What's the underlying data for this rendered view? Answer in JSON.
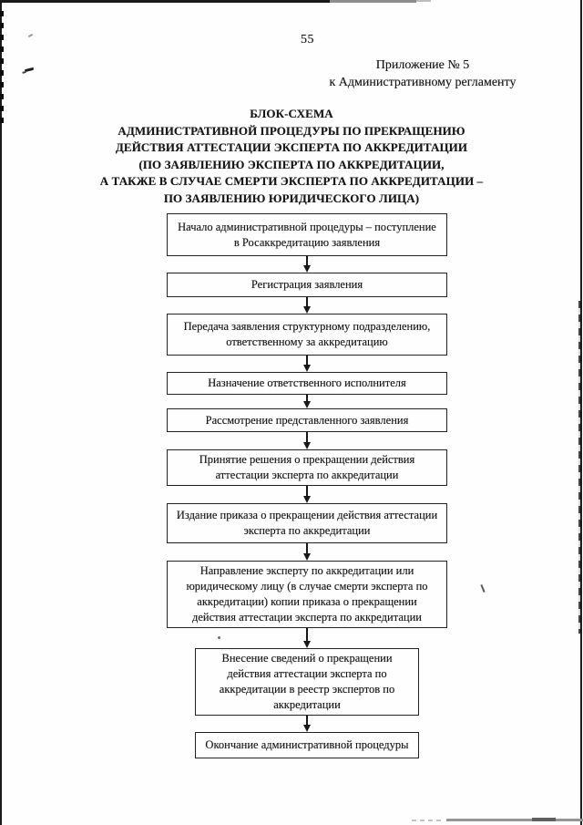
{
  "page": {
    "number": "55"
  },
  "header": {
    "appendix_label": "Приложение № 5",
    "appendix_target": "к Административному регламенту"
  },
  "title": {
    "lines": [
      "БЛОК-СХЕМА",
      "АДМИНИСТРАТИВНОЙ ПРОЦЕДУРЫ ПО ПРЕКРАЩЕНИЮ",
      "ДЕЙСТВИЯ АТТЕСТАЦИИ ЭКСПЕРТА ПО АККРЕДИТАЦИИ",
      "(ПО ЗАЯВЛЕНИЮ ЭКСПЕРТА ПО АККРЕДИТАЦИИ,",
      "А ТАКЖЕ В СЛУЧАЕ СМЕРТИ ЭКСПЕРТА ПО АККРЕДИТАЦИИ –",
      "ПО ЗАЯВЛЕНИЮ ЮРИДИЧЕСКОГО ЛИЦА)"
    ]
  },
  "flowchart": {
    "steps": [
      {
        "label": "Начало административной процедуры – поступление в Росаккредитацию заявления"
      },
      {
        "label": "Регистрация заявления"
      },
      {
        "label": "Передача заявления структурному подразделению, ответственному за аккредитацию"
      },
      {
        "label": "Назначение ответственного исполнителя"
      },
      {
        "label": "Рассмотрение представленного заявления"
      },
      {
        "label": "Принятие решения о прекращении действия аттестации эксперта по аккредитации"
      },
      {
        "label": "Издание приказа о прекращении действия аттестации эксперта по аккредитации"
      },
      {
        "label": "Направление эксперту по аккредитации или юридическому лицу (в случае смерти эксперта по аккредитации) копии приказа о прекращении действия аттестации эксперта по аккредитации"
      },
      {
        "label": "Внесение сведений о прекращении действия аттестации эксперта по аккредитации в реестр экспертов по аккредитации"
      },
      {
        "label": "Окончание административной процедуры"
      }
    ],
    "ink_color": "#1a1a1a",
    "paper_color": "#fefefe"
  }
}
